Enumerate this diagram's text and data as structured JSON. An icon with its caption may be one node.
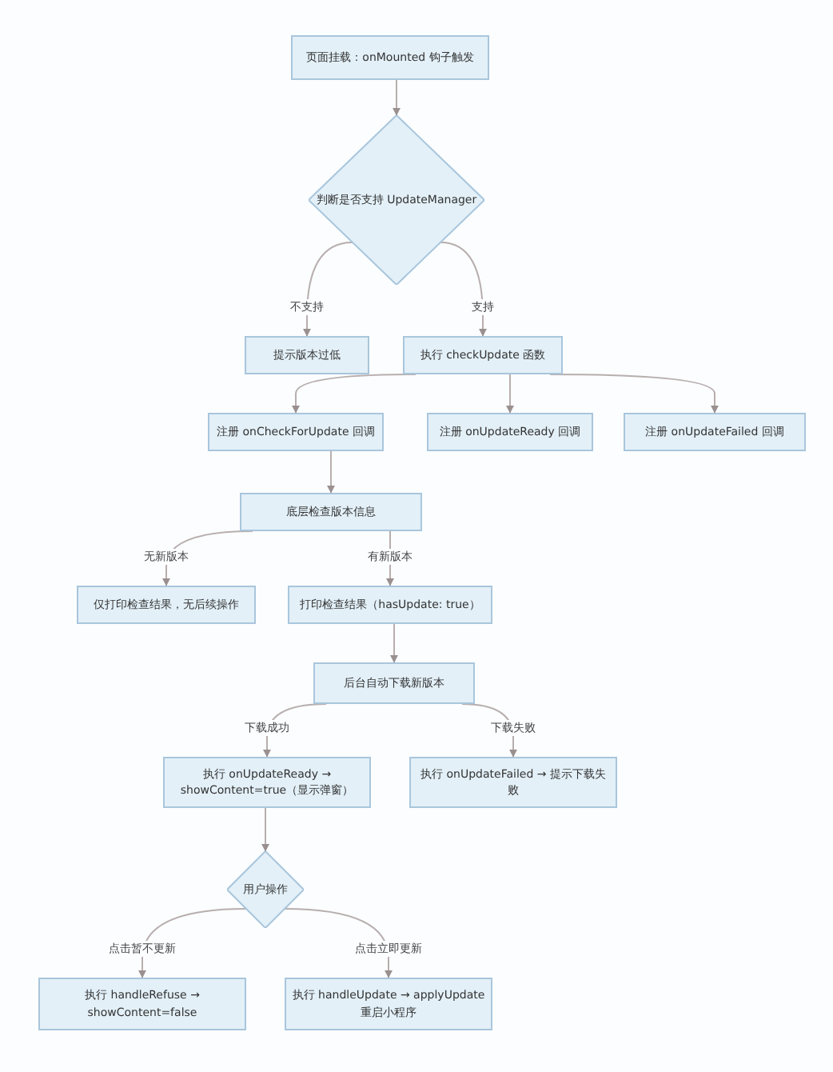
{
  "diagram": {
    "nodes": [
      {
        "text": [
          "页面挂载：onMounted 钩子触发"
        ]
      },
      {
        "text": [
          "判断是否支持 UpdateManager"
        ]
      },
      {
        "text": [
          "提示版本过低"
        ]
      },
      {
        "text": [
          "执行 checkUpdate 函数"
        ]
      },
      {
        "text": [
          "注册 onCheckForUpdate 回调"
        ]
      },
      {
        "text": [
          "注册 onUpdateReady 回调"
        ]
      },
      {
        "text": [
          "注册 onUpdateFailed 回调"
        ]
      },
      {
        "text": [
          "底层检查版本信息"
        ]
      },
      {
        "text": [
          "仅打印检查结果，无后续操作"
        ]
      },
      {
        "text": [
          "打印检查结果（hasUpdate: true）"
        ]
      },
      {
        "text": [
          "后台自动下载新版本"
        ]
      },
      {
        "text": [
          "执行 onUpdateReady → showContent=true（显示弹窗）"
        ]
      },
      {
        "text": [
          "执行 onUpdateFailed → 提示下载失败"
        ]
      },
      {
        "text": [
          "用户操作"
        ]
      },
      {
        "text": [
          "执行 handleRefuse → showContent=false"
        ]
      },
      {
        "text": [
          "执行 handleUpdate → applyUpdate 重启小程序"
        ]
      }
    ],
    "edges": [
      {
        "from": 0,
        "to": 1,
        "arrow": "to"
      },
      {
        "from": 1,
        "to": 2,
        "arrow": "to",
        "label": "不支持"
      },
      {
        "from": 1,
        "to": 3,
        "arrow": "to",
        "label": "支持"
      },
      {
        "from": 3,
        "to": 4,
        "arrow": "to"
      },
      {
        "from": 3,
        "to": 5,
        "arrow": "to"
      },
      {
        "from": 3,
        "to": 6,
        "arrow": "to"
      },
      {
        "from": 4,
        "to": 7,
        "arrow": "to"
      },
      {
        "from": 7,
        "to": 8,
        "arrow": "to",
        "label": "无新版本"
      },
      {
        "from": 7,
        "to": 9,
        "arrow": "to",
        "label": "有新版本"
      },
      {
        "from": 9,
        "to": 10,
        "arrow": "to"
      },
      {
        "from": 10,
        "to": 11,
        "arrow": "to",
        "label": "下载成功"
      },
      {
        "from": 10,
        "to": 12,
        "arrow": "to",
        "label": "下载失败"
      },
      {
        "from": 11,
        "to": 13,
        "arrow": "to"
      },
      {
        "from": 13,
        "to": 14,
        "arrow": "to",
        "label": "点击暂不更新"
      },
      {
        "from": 13,
        "to": 15,
        "arrow": "to",
        "label": "点击立即更新"
      }
    ]
  }
}
